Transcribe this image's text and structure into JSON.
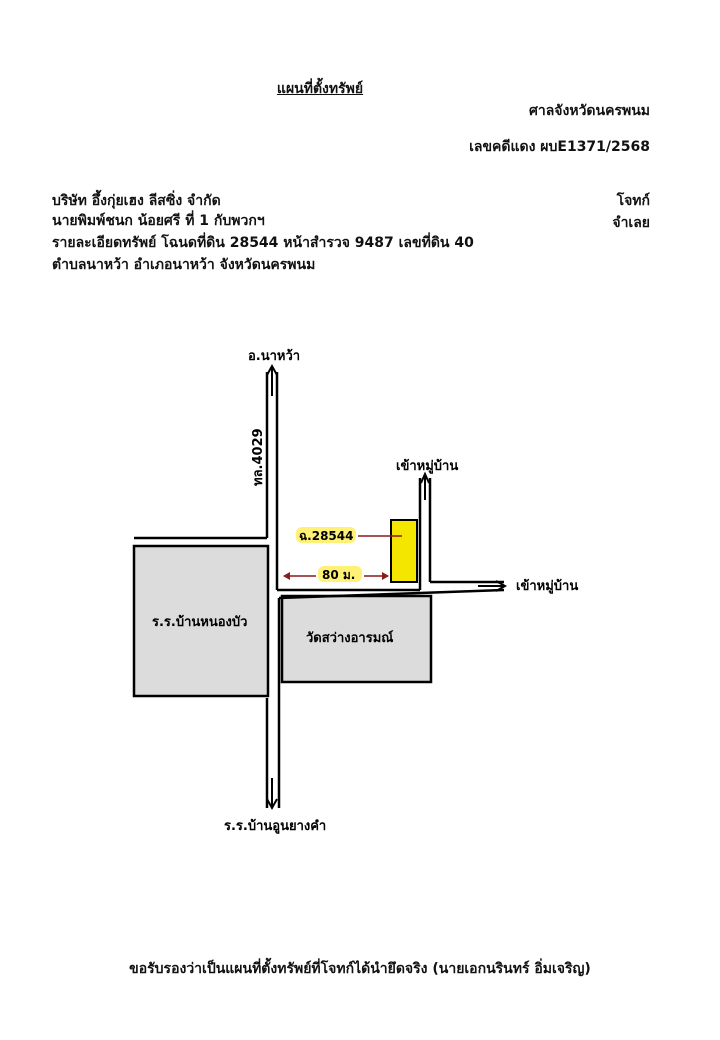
{
  "header": {
    "title": "แผนที่ตั้งทรัพย์",
    "court": "ศาลจังหวัดนครพนม",
    "case_number": "เลขคดีแดง ผบE1371/2568"
  },
  "parties": {
    "line1": "บริษัท อึ้งกุ่ยเฮง ลีสซิ่ง จำกัด",
    "line2": "นายพิมพ์ชนก น้อยศรี ที่ 1 กับพวกฯ",
    "plaintiff_label": "โจทก์",
    "defendant_label": "จำเลย"
  },
  "property": {
    "line1": "รายละเอียดทรัพย์ โฉนดที่ดิน 28544 หน้าสำรวจ 9487 เลขที่ดิน 40",
    "line2": "ตำบลนาหว้า อำเภอนาหว้า จังหวัดนครพนม"
  },
  "map": {
    "north_label": "อ.นาหว้า",
    "highway_label": "ทล.4029",
    "village_north_label": "เข้าหมู่บ้าน",
    "village_east_label": "เข้าหมู่บ้าน",
    "deed_label": "ฉ.28544",
    "distance_label": "80 ม.",
    "school_label": "ร.ร.บ้านหนองบัว",
    "temple_label": "วัดสว่างอารมณ์",
    "south_label": "ร.ร.บ้านอูนยางคำ",
    "plot_color": "#f5e600",
    "highlight_color": "#fff176",
    "arrow_color": "#8b1a1a",
    "building_fill": "#dcdcdc"
  },
  "footer": {
    "certification": "ขอรับรองว่าเป็นแผนที่ตั้งทรัพย์ที่โจทก์ได้นำยึดจริง (นายเอกนรินทร์ อิ่มเจริญ)"
  }
}
